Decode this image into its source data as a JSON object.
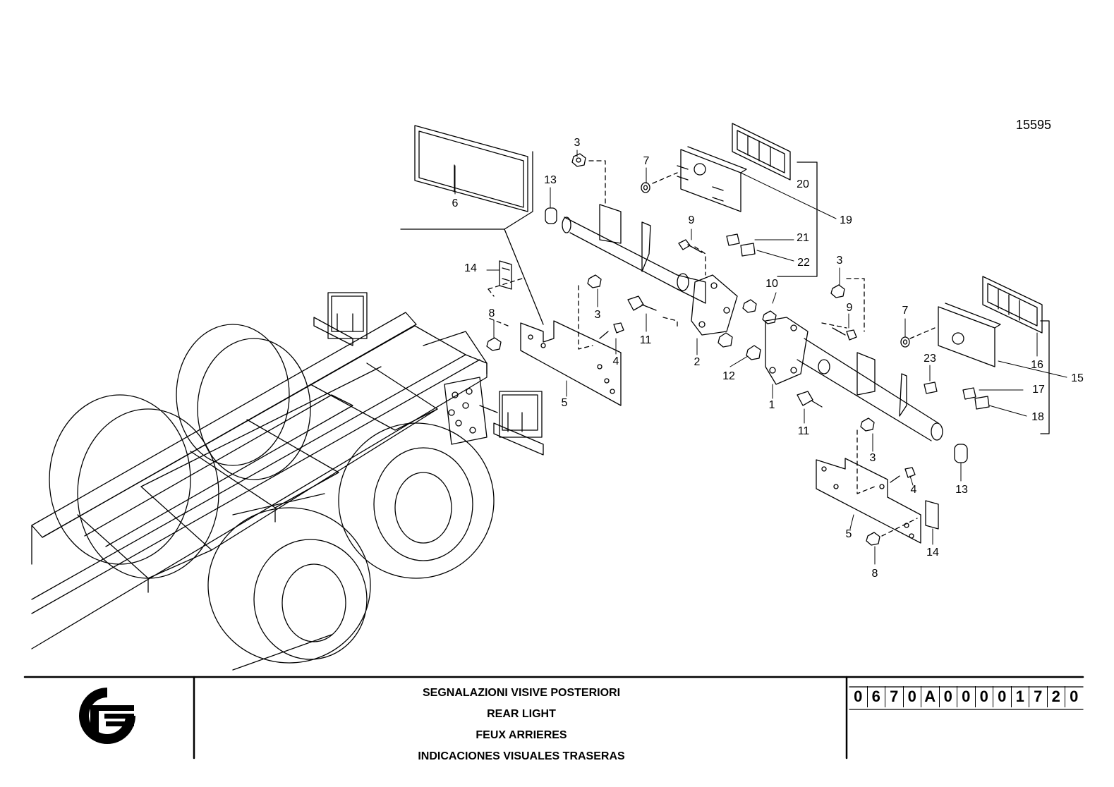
{
  "sheet_number": "15595",
  "callouts": [
    "1",
    "2",
    "3",
    "3",
    "3",
    "3",
    "4",
    "4",
    "5",
    "5",
    "6",
    "7",
    "7",
    "8",
    "8",
    "9",
    "9",
    "10",
    "11",
    "11",
    "12",
    "13",
    "13",
    "14",
    "14",
    "15",
    "16",
    "17",
    "18",
    "19",
    "20",
    "21",
    "22",
    "23"
  ],
  "title_block": {
    "titles": [
      "SEGNALAZIONI VISIVE POSTERIORI",
      "REAR LIGHT",
      "FEUX ARRIERES",
      "INDICACIONES VISUALES TRASERAS"
    ],
    "code_chars": [
      "0",
      "6",
      "7",
      "0",
      "A",
      "0",
      "0",
      "0",
      "0",
      "1",
      "7",
      "2",
      "0"
    ]
  },
  "logo": "stylised-F-brand-logo"
}
